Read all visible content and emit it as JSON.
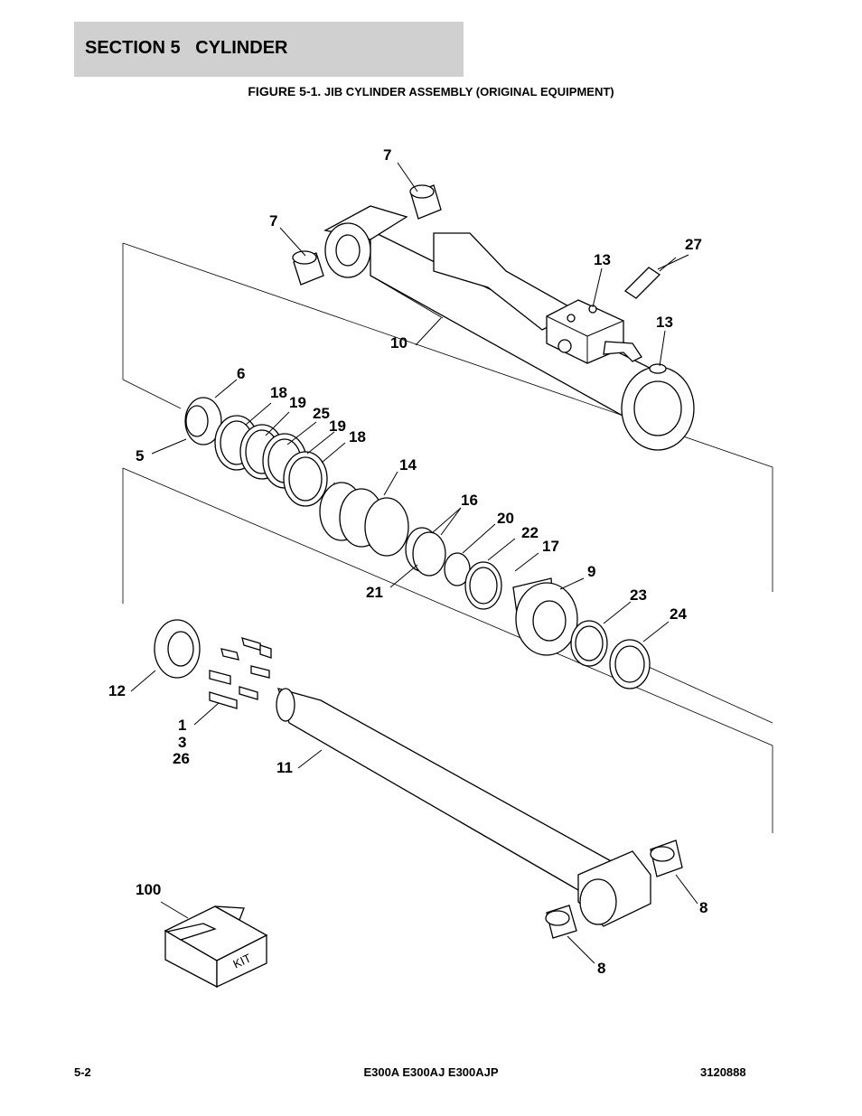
{
  "header": {
    "section_title": "SECTION 5   CYLINDER",
    "figure_number": "FIGURE 5-1.",
    "figure_title": "JIB CYLINDER ASSEMBLY (ORIGINAL EQUIPMENT)"
  },
  "callouts": {
    "c7a": "7",
    "c7b": "7",
    "c27": "27",
    "c13a": "13",
    "c13b": "13",
    "c10": "10",
    "c6": "6",
    "c18a": "18",
    "c19a": "19",
    "c25": "25",
    "c19b": "19",
    "c18b": "18",
    "c5": "5",
    "c14": "14",
    "c16": "16",
    "c20": "20",
    "c22": "22",
    "c17": "17",
    "c9": "9",
    "c21": "21",
    "c23": "23",
    "c24": "24",
    "c12": "12",
    "c1": "1",
    "c3": "3",
    "c26": "26",
    "c11": "11",
    "c100": "100",
    "c8a": "8",
    "c8b": "8"
  },
  "kit_label": "KIT",
  "footer": {
    "page": "5-2",
    "models": "E300A E300AJ E300AJP",
    "doc_number": "3120888"
  }
}
